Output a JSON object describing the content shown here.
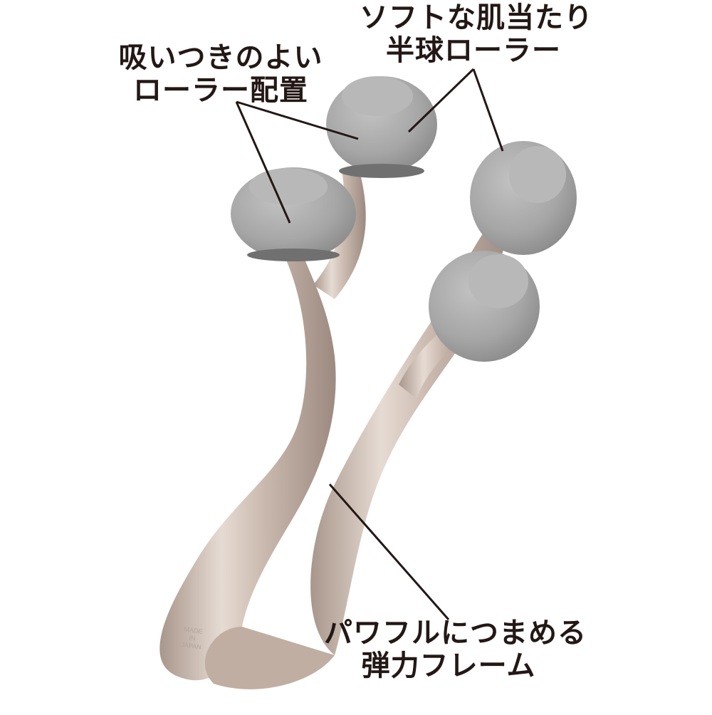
{
  "annotations": {
    "suction": {
      "lines": [
        "吸いつきのよい",
        "ローラー配置"
      ]
    },
    "soft": {
      "lines": [
        "ソフトな肌当たり",
        "半球ローラー"
      ]
    },
    "frame": {
      "lines": [
        "パワフルにつまめる",
        "弾力フレーム"
      ]
    }
  },
  "product": {
    "engraving": [
      "MADE",
      "IN",
      "JAPAN"
    ],
    "frame_color": "#c8b6aa",
    "roller_color": "#a9a9a9",
    "leader_line_color": "#231815"
  }
}
